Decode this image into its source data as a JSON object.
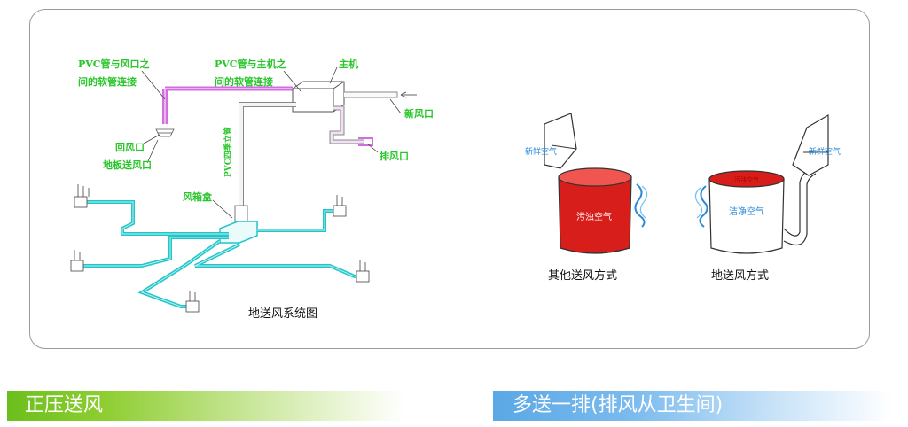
{
  "labels": {
    "pvc_vent_hose_line1": "PVC管与风口之",
    "pvc_vent_hose_line2": "间的软管连接",
    "pvc_host_hose_line1": "PVC管与主机之",
    "pvc_host_hose_line2": "间的软管连接",
    "host_unit": "主机",
    "fresh_air_inlet": "新风口",
    "exhaust_outlet": "排风口",
    "return_vent": "回风口",
    "floor_supply_vent": "地板送风口",
    "pvc_riser": "PVC四季立管",
    "air_box": "风箱盒",
    "system_diagram_title": "地送风系统图"
  },
  "comparison": {
    "left_fresh_air": "新鲜空气",
    "left_cup_text": "污浊空气",
    "left_caption": "其他送风方式",
    "right_fresh_air": "新鲜空气",
    "right_top_text": "污浊空气",
    "right_cup_text": "洁净空气",
    "right_caption": "地送风方式"
  },
  "banners": {
    "left": "正压送风",
    "right": "多送一排(排风从卫生间)"
  },
  "colors": {
    "duct_cyan": "#22c5c9",
    "hose_pink": "#d36ee0",
    "label_green": "#29c62b",
    "dirty_red": "#d81e1a",
    "fresh_blue": "#2a8ad8"
  }
}
